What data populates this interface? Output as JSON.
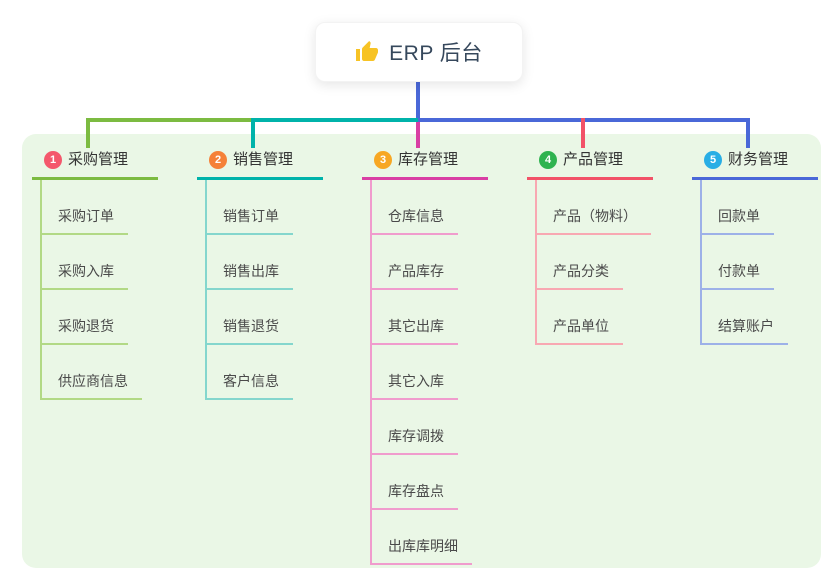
{
  "root": {
    "label": "ERP 后台",
    "icon": "thumbs-up-icon",
    "icon_color": "#f7c325"
  },
  "connector_colors": {
    "root_stem": "#4a68d8",
    "branch1": "#7cbb41",
    "branch2": "#00b3aa",
    "branch3": "#d93fa4",
    "branch4": "#f25268",
    "branch5": "#4a68d8"
  },
  "panel_background": "#eaf7e6",
  "branches": [
    {
      "number": "1",
      "label": "采购管理",
      "badge_color": "#f4586c",
      "line_color": "#7cbb41",
      "child_line_color": "#b2d985",
      "children": [
        "采购订单",
        "采购入库",
        "采购退货",
        "供应商信息"
      ]
    },
    {
      "number": "2",
      "label": "销售管理",
      "badge_color": "#f58138",
      "line_color": "#00b3aa",
      "child_line_color": "#84d6cd",
      "children": [
        "销售订单",
        "销售出库",
        "销售退货",
        "客户信息"
      ]
    },
    {
      "number": "3",
      "label": "库存管理",
      "badge_color": "#f7a723",
      "line_color": "#d93fa4",
      "child_line_color": "#f09ccd",
      "children": [
        "仓库信息",
        "产品库存",
        "其它出库",
        "其它入库",
        "库存调拨",
        "库存盘点",
        "出库库明细"
      ]
    },
    {
      "number": "4",
      "label": "产品管理",
      "badge_color": "#2fb350",
      "line_color": "#f25268",
      "child_line_color": "#f8a8b2",
      "children": [
        "产品（物料）",
        "产品分类",
        "产品单位"
      ]
    },
    {
      "number": "5",
      "label": "财务管理",
      "badge_color": "#28aee5",
      "line_color": "#4a68d8",
      "child_line_color": "#9db1e8",
      "children": [
        "回款单",
        "付款单",
        "结算账户"
      ]
    }
  ]
}
